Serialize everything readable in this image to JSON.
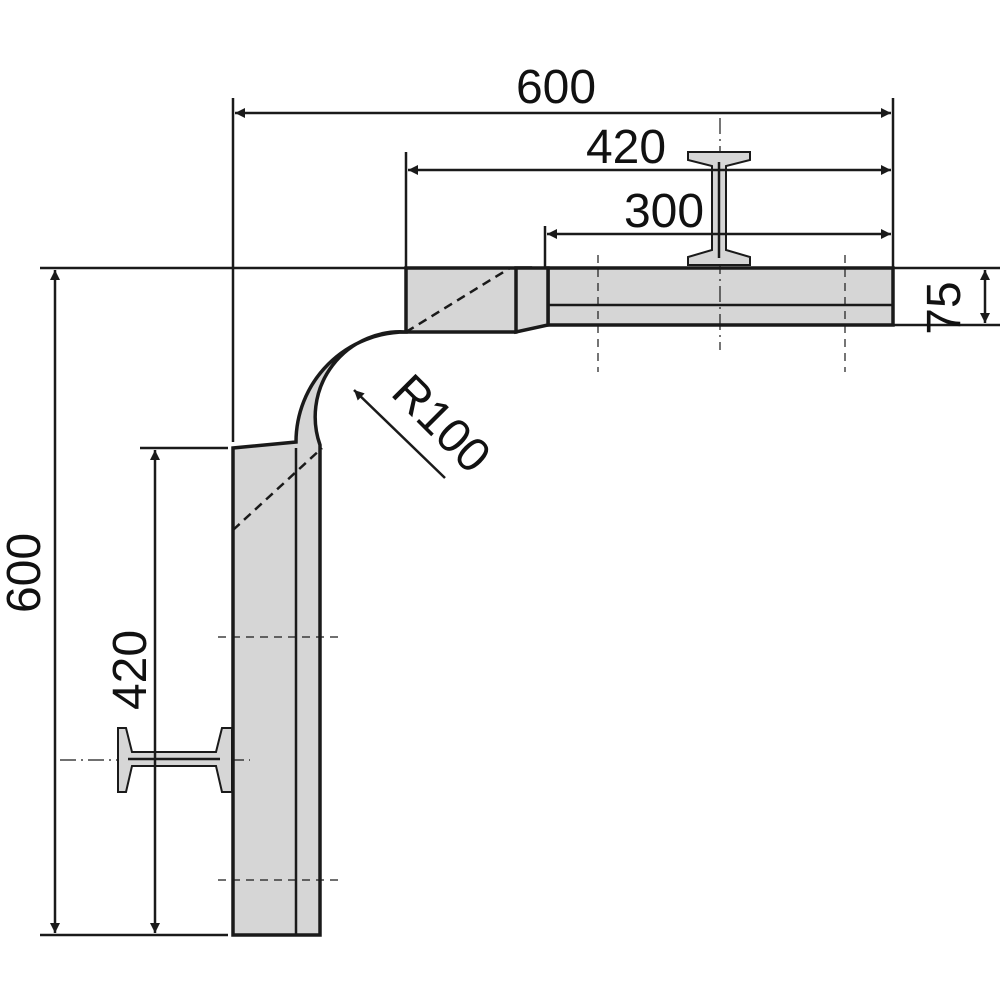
{
  "diagram": {
    "colors": {
      "line": "#1a1a1a",
      "fill": "#d6d6d6",
      "background": "#ffffff"
    },
    "dimensions": {
      "top_overall": "600",
      "top_mid": "420",
      "top_inner": "300",
      "height_right": "75",
      "left_overall": "600",
      "left_mid": "420",
      "radius": "R100"
    }
  }
}
